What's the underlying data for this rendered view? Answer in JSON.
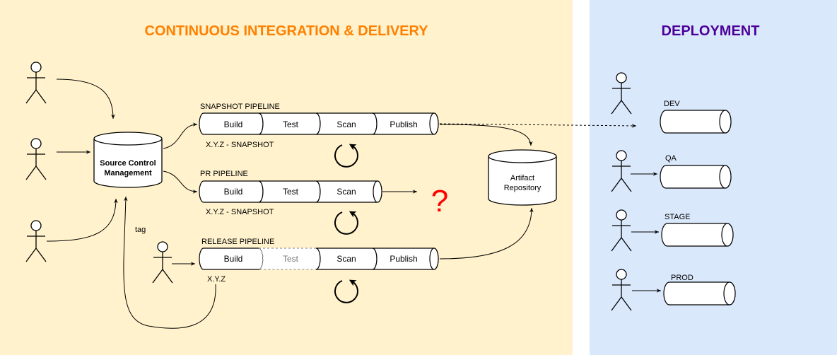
{
  "colors": {
    "ci_panel": "#FFF2CC",
    "deployment_panel": "#DAE8FC",
    "ci_title": "#FF8000",
    "deployment_title": "#4C0099",
    "question_mark": "#FF0000",
    "stroke": "#000000",
    "test_skipped_stroke": "#999999",
    "test_skipped_text": "#777777"
  },
  "ci_panel": {
    "title": "CONTINUOUS INTEGRATION & DELIVERY"
  },
  "deployment_panel": {
    "title": "DEPLOYMENT"
  },
  "source_control": {
    "line1": "Source Control",
    "line2": "Management"
  },
  "artifact_repository": {
    "line1": "Artifact",
    "line2": "Repository"
  },
  "edge_labels": {
    "tag": "tag"
  },
  "pipelines": {
    "snapshot": {
      "title": "SNAPSHOT PIPELINE",
      "version": "X.Y.Z - SNAPSHOT",
      "stages": [
        "Build",
        "Test",
        "Scan",
        "Publish"
      ]
    },
    "pr": {
      "title": "PR PIPELINE",
      "version": "X.Y.Z - SNAPSHOT",
      "stages": [
        "Build",
        "Test",
        "Scan"
      ],
      "outcome": "?"
    },
    "release": {
      "title": "RELEASE PIPELINE",
      "version": "X.Y.Z",
      "stages": [
        "Build",
        "Test",
        "Scan",
        "Publish"
      ]
    }
  },
  "environments": [
    "DEV",
    "QA",
    "STAGE",
    "PROD"
  ]
}
